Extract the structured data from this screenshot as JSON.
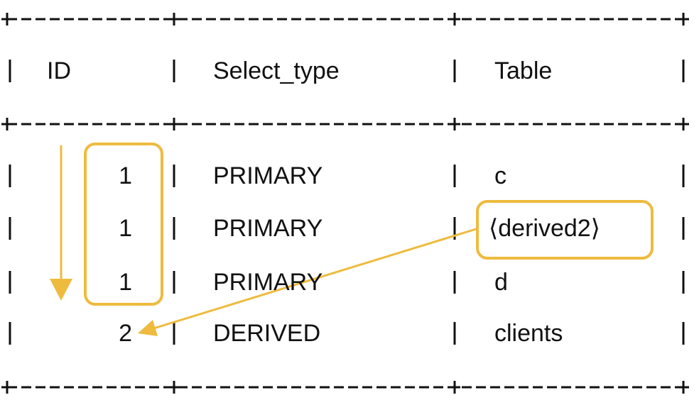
{
  "colors": {
    "text": "#111111",
    "highlight": "#EEBB3E",
    "background": "#FFFFFF"
  },
  "table": {
    "border_line": "+----------+-----------------+---------------+",
    "headers": [
      "ID",
      "Select_type",
      "Table"
    ],
    "rows": [
      {
        "id": "1",
        "select_type": "PRIMARY",
        "table": "c"
      },
      {
        "id": "1",
        "select_type": "PRIMARY",
        "table": "⟨derived2⟩"
      },
      {
        "id": "1",
        "select_type": "PRIMARY",
        "table": "d"
      },
      {
        "id": "2",
        "select_type": "DERIVED",
        "table": "clients"
      }
    ]
  },
  "annotations": {
    "id_group_box": "highlight rows with ID 1",
    "derived_table_box": "highlight ⟨derived2⟩",
    "execution_order_arrow": "down-arrow",
    "derived_link_arrow": "arrow from ⟨derived2⟩ to ID 2"
  }
}
